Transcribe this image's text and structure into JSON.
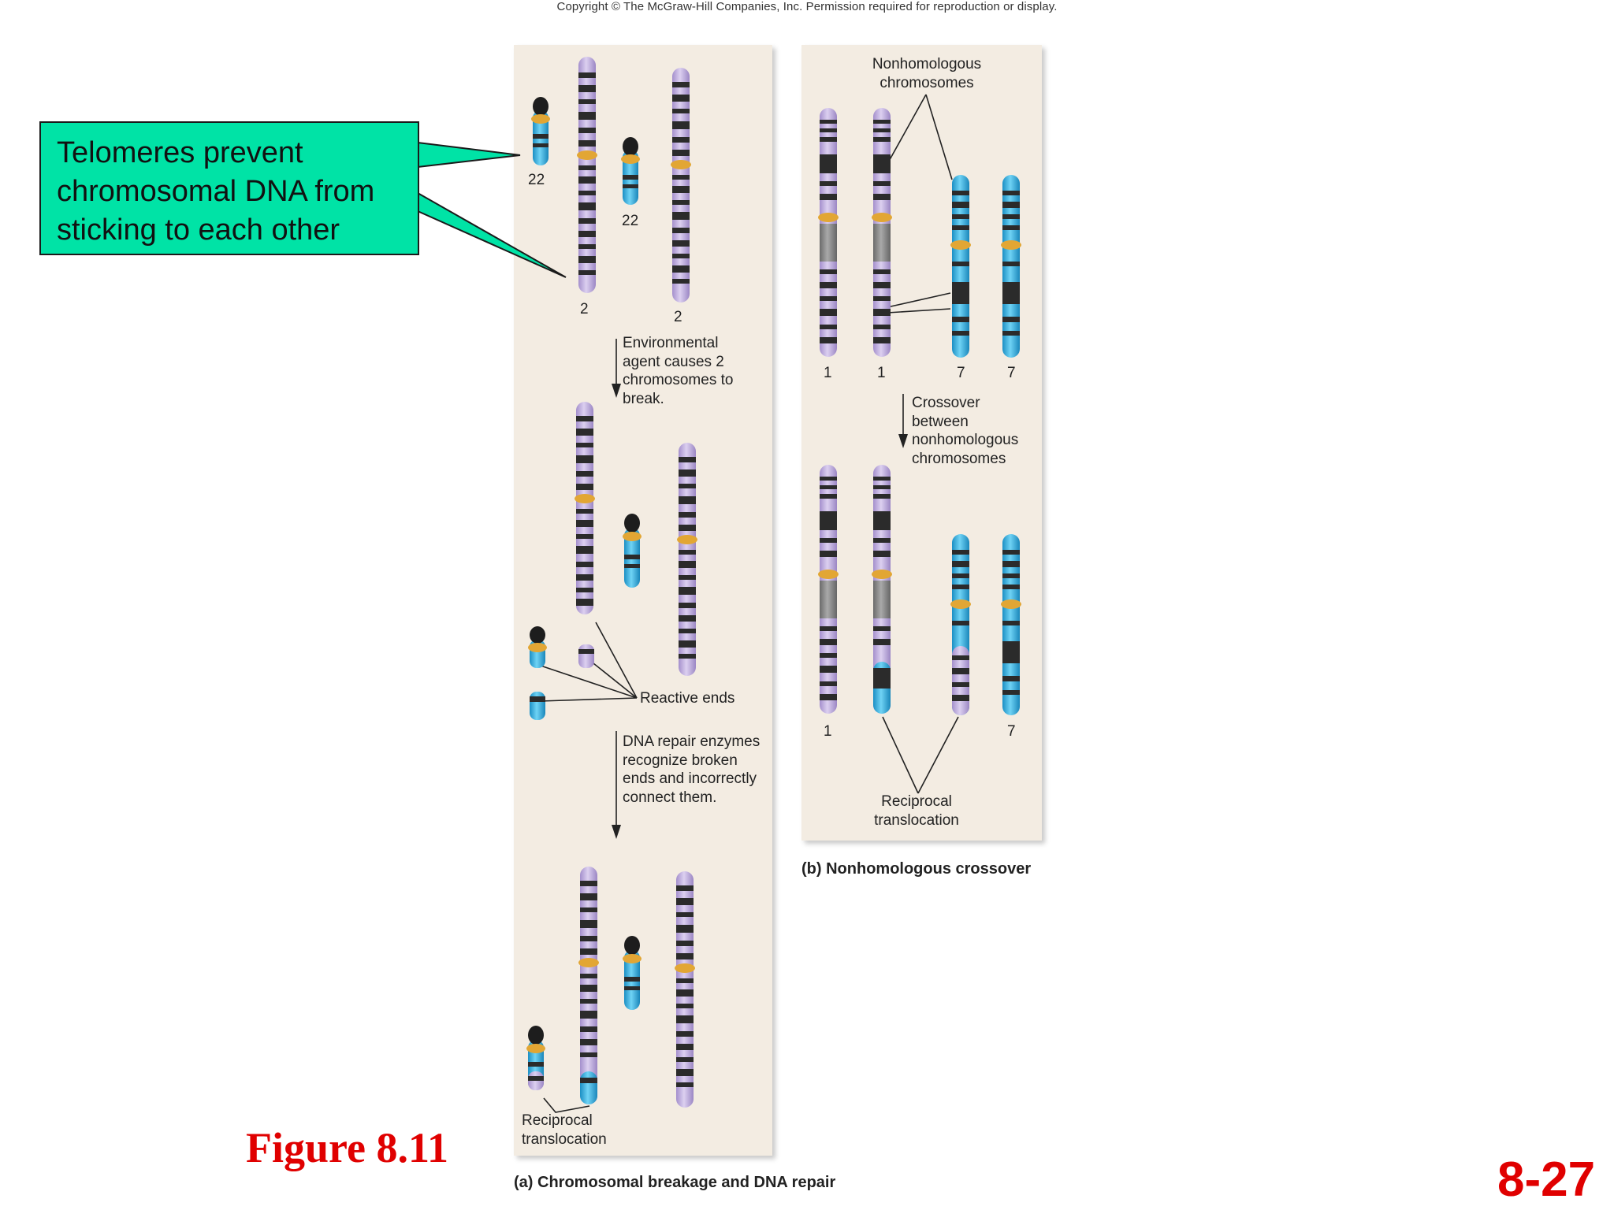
{
  "copyright": "Copyright © The McGraw-Hill Companies, Inc. Permission required for reproduction or display.",
  "callout": "Telomeres prevent chromosomal DNA from sticking to each other",
  "figure_label": "Figure 8.11",
  "slide_number": "8-27",
  "panel_a": {
    "caption": "(a) Chromosomal breakage and DNA repair",
    "step1": "Environmental agent causes 2 chromosomes to break.",
    "reactive_ends": "Reactive ends",
    "step2": "DNA repair enzymes recognize broken ends and incorrectly connect them.",
    "result": "Reciprocal translocation",
    "numbers": [
      "22",
      "22",
      "2",
      "2"
    ]
  },
  "panel_b": {
    "caption": "(b) Nonhomologous crossover",
    "top_label": "Nonhomologous chromosomes",
    "step": "Crossover between nonhomologous chromosomes",
    "result": "Reciprocal translocation",
    "numbers_top": [
      "1",
      "1",
      "7",
      "7"
    ],
    "numbers_bottom": [
      "1",
      "7"
    ]
  },
  "colors": {
    "purple": "#c4b3e0",
    "blue": "#34b8e6",
    "dark_band": "#2b2b2b",
    "centromere": "#e2a634",
    "panel": "#f3ece2",
    "callout": "#00e3a6",
    "red": "#e00000"
  }
}
